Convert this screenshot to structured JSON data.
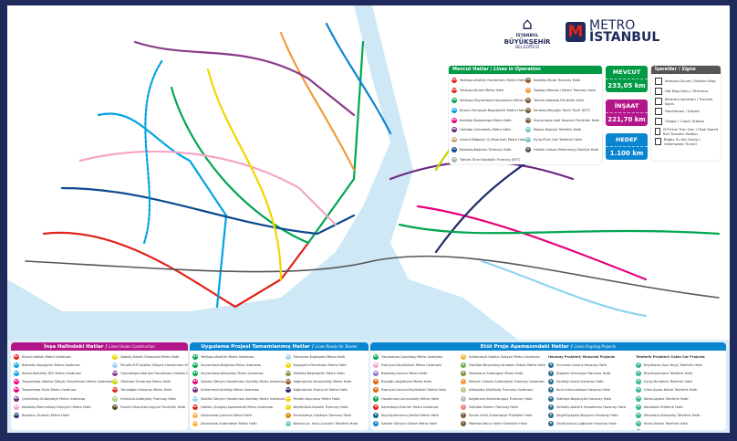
{
  "logo_ibb": {
    "line1": "İSTANBUL",
    "line2": "BÜYÜKŞEHİR",
    "line3": "BELEDİYESİ"
  },
  "logo_metro": {
    "line1": "METRO",
    "line2": "İSTANBUL"
  },
  "operation": {
    "title": "Mevcut Hatlar",
    "title_en": "Lines in Operation",
    "items": [
      {
        "code": "M1A",
        "name": "Yenikapı-Atatürk Havalimanı Metro Hattı",
        "color": "#e2231a"
      },
      {
        "code": "M1B",
        "name": "Yenikapı-Kirazlı Metro Hattı",
        "color": "#e2231a"
      },
      {
        "code": "M2",
        "name": "Yenikapı-Seyrantepe-Hacıosman Metro Hattı",
        "color": "#00a651"
      },
      {
        "code": "M3",
        "name": "Kirazlı-Olimpiyat-Başakşehir Metro Hattı",
        "color": "#00a3e0"
      },
      {
        "code": "M4",
        "name": "Kadıköy-Tavşantepe Metro Hattı",
        "color": "#e5007d"
      },
      {
        "code": "M5",
        "name": "Üsküdar-Çekmeköy Metro Hattı",
        "color": "#6c2a83"
      },
      {
        "code": "M6",
        "name": "Levent-Boğaziçi Ü./Hisarüstü Metro Hattı",
        "color": "#c9a86a"
      },
      {
        "code": "T1",
        "name": "Kabataş-Bağcılar Tramvay Hattı",
        "color": "#0d4a8e"
      },
      {
        "code": "T2",
        "name": "Taksim-Tünel Nostaljik Tramvay (BTT)",
        "color": "#9fb9a8"
      },
      {
        "code": "T3",
        "name": "Kadıköy-Moda Tramvay Hattı",
        "color": "#8a5a2b"
      },
      {
        "code": "T4",
        "name": "Topkapı-Mescid-i Selam Tramvay Hattı",
        "color": "#f39a3c"
      },
      {
        "code": "F1",
        "name": "Taksim-Kabataş Füniküler Hattı",
        "color": "#7a5b3a"
      },
      {
        "code": "F2",
        "name": "Karaköy-Beyoğlu Tarihi Tünel (BTT)",
        "color": "#7a5b3a"
      },
      {
        "code": "F3",
        "name": "Seyrantepe-Vadi İstanbul Füniküler Hattı",
        "color": "#7a5b3a"
      },
      {
        "code": "TF1",
        "name": "Maçka-Taşkışla Teleferik Hattı",
        "color": "#6cc4c8"
      },
      {
        "code": "TF2",
        "name": "Eyüp-Piyer Loti Teleferik Hattı",
        "color": "#6cc4c8"
      },
      {
        "code": "B",
        "name": "Halkalı-Gebze (Marmaray) Banliyö Hattı",
        "color": "#555555"
      }
    ]
  },
  "stats": [
    {
      "label": "MEVCUT",
      "value": "233,05 km",
      "color": "#009a44"
    },
    {
      "label": "İNŞAAT",
      "value": "221,70 km",
      "color": "#b3168b"
    },
    {
      "label": "HEDEF",
      "value": "1.100 km",
      "color": "#0a86d0"
    }
  ],
  "signs": {
    "title": "İşaretler",
    "title_en": "Signs",
    "items": [
      {
        "icon": "station-icon",
        "label": "İstasyon-Durak / Station Stop"
      },
      {
        "icon": "terminus-icon",
        "label": "Hat Başı-Sonu / Terminus"
      },
      {
        "icon": "transfer-icon",
        "label": "Aktarma İşaretleri / Transfer Signs"
      },
      {
        "icon": "airport-icon",
        "label": "Havalimanı / Airport"
      },
      {
        "icon": "bus-icon",
        "label": "Otogar / Coach Station"
      },
      {
        "icon": "train-icon",
        "label": "YHT-Hızlı Tren Garı / High Speed Rail Transfer Station"
      },
      {
        "icon": "tunnel-icon",
        "label": "Boğaz Su Altı Geçişi / Underwater Tunnel"
      }
    ]
  },
  "construction": {
    "title": "İnşa Halindeki Hatlar",
    "title_en": "Lines Under Construction",
    "color": "#b3168b",
    "items": [
      {
        "code": "M1",
        "name": "Kirazlı-Halkalı Metro Uzatması",
        "color": "#e2231a"
      },
      {
        "code": "M3",
        "name": "Bakırköy-Kayaşehir Metro Uzatması",
        "color": "#00a3e0"
      },
      {
        "code": "M3",
        "name": "Kirazlı-Bakırköy İDO Metro Uzatması",
        "color": "#00a3e0"
      },
      {
        "code": "M4",
        "name": "Tavşantepe-Sabiha Gökçen Havalimanı Metro Uzatması",
        "color": "#e5007d"
      },
      {
        "code": "M4",
        "name": "Tavşantepe-Tuzla Metro Uzatması",
        "color": "#e5007d"
      },
      {
        "code": "M5",
        "name": "Çekmeköy-Sultanbeyli Metro Uzatması",
        "color": "#6c2a83"
      },
      {
        "code": "M7",
        "name": "Kabataş-Mahmutbey-Esenyurt Metro Hattı",
        "color": "#f4a6c8"
      },
      {
        "code": "M12",
        "name": "Bostancı-Dudullu Metro Hattı",
        "color": "#1e2b6b"
      },
      {
        "code": "M9",
        "name": "Ataköy-İkitelli-Olimpiyat Metro Hattı",
        "color": "#f2d600"
      },
      {
        "code": "M10",
        "name": "Pendik-YHT-Sabiha Gökçen Havalimanı Metro Hattı",
        "color": "#8fd3ef"
      },
      {
        "code": "M11",
        "name": "Gayrettepe-İstanbul Havalimanı-Halkalı Metro Hattı",
        "color": "#8a3a8a"
      },
      {
        "code": "M8",
        "name": "Göztepe-Ümraniye Metro Hattı",
        "color": "#c8d400"
      },
      {
        "code": "M13",
        "name": "Yenidoğan-Havaray Metro Hattı",
        "color": "#e2231a"
      },
      {
        "code": "T5",
        "name": "Eminönü-Alibeyköy Tramvay Hattı",
        "color": "#b9c98a"
      },
      {
        "code": "F4",
        "name": "Rumeli Hisarüstü-Aşiyan Füniküler Hattı",
        "color": "#5b4a2a"
      }
    ]
  },
  "tender": {
    "title": "Uygulama Projesi Tamamlanmış Hatlar",
    "title_en": "Lines Ready for Tender",
    "color": "#0a86d0",
    "items": [
      {
        "code": "M1",
        "name": "Yenikapı-Atatürk Metro Uzatması",
        "color": "#00a651"
      },
      {
        "code": "M2",
        "name": "Seyrantepe-Beşiktaş Metro Uzatması",
        "color": "#00a651"
      },
      {
        "code": "M2",
        "name": "Seyrantepe-Alibeyköy Metro Uzatması",
        "color": "#00a651"
      },
      {
        "code": "M4",
        "name": "Sabiha Gökçen Havalimanı-Kurtköy Metro Uzatması",
        "color": "#e5007d"
      },
      {
        "code": "M5",
        "name": "Sultanbeyli-Kurtköy Metro Uzatması",
        "color": "#6c2a83"
      },
      {
        "code": "M10",
        "name": "Sabiha Gökçen Havalimanı-Kurtköy Metro Uzatması",
        "color": "#8fd3ef"
      },
      {
        "code": "M11",
        "name": "Halkalı (Gargaz)-Ispartakule Metro Uzatması",
        "color": "#e2231a"
      },
      {
        "code": "M14",
        "name": "Altunizade-Çamlıca Metro Hattı",
        "color": "#f9b233"
      },
      {
        "code": "M14",
        "name": "Altunizade-Sultanbeyli Metro Hattı",
        "color": "#f9b233"
      },
      {
        "code": "M3",
        "name": "Sirinevler-Kuştepesi Metro Hattı",
        "color": "#9fd3ef"
      },
      {
        "code": "M9",
        "name": "Kayaşehir-Fenertepe Metro Hattı",
        "color": "#f2d600"
      },
      {
        "code": "M15",
        "name": "Sefaköy-Başakşehir Metro Hattı",
        "color": "#8a8a3a"
      },
      {
        "code": "M16",
        "name": "Sağmalcılar-Arnavutköy Metro Hattı",
        "color": "#8a5a2b"
      },
      {
        "code": "M17",
        "name": "Sağmalcılar-Esenyurt Metro Hattı",
        "color": "#1e2b6b"
      },
      {
        "code": "M18",
        "name": "Pendik-Kaynarca Metro Hattı",
        "color": "#f2d600"
      },
      {
        "code": "T6",
        "name": "Beylikdüzü-Kavaklı Tramvay Hattı",
        "color": "#f2d600"
      },
      {
        "code": "T7",
        "name": "Fenerbahçe-Göztepe Tramvay Hattı",
        "color": "#d98b00"
      },
      {
        "code": "TF3",
        "name": "Beykoz-Ac. Koru-Çubuklu Teleferik Hattı",
        "color": "#6cc4c8"
      }
    ]
  },
  "ongoing": {
    "title": "Etüt Proje Aşamasındaki Hatlar",
    "title_en": "Lines Ongoing Projects",
    "color": "#0a86d0",
    "items": [
      {
        "code": "M2",
        "name": "Hacıosman-Çayırbaşı Metro Uzatması",
        "color": "#00a651"
      },
      {
        "code": "M7",
        "name": "Esenyurt-Beylikdüzü Metro Uzatması",
        "color": "#f4a6c8"
      },
      {
        "code": "M8",
        "name": "Beşiktaş-Sarıyer Metro Hattı",
        "color": "#8a70c8"
      },
      {
        "code": "M",
        "name": "Beyoğlu-Kağıthane Metro Hattı",
        "color": "#e5600d"
      },
      {
        "code": "M",
        "name": "Esenyurt-Avcılar-Beylikdüzü Metro Hattı",
        "color": "#e5600d"
      },
      {
        "code": "M",
        "name": "Havalimanı-Arnavutköy Metro Hattı",
        "color": "#00a651"
      },
      {
        "code": "M",
        "name": "Kartaltepe-Esenler Metro Uzatması",
        "color": "#e2231a"
      },
      {
        "code": "M",
        "name": "Küçükçekmece-Çatalca Metro Hattı",
        "color": "#006e7f"
      },
      {
        "code": "M",
        "name": "Sabiha Gökçen-Gebze Metro Hattı",
        "color": "#0a86d0"
      },
      {
        "code": "M",
        "name": "Sultanbeyli-Sabiha Gökçen Metro Uzatması",
        "color": "#f9b233"
      },
      {
        "code": "M",
        "name": "Üsküdar-Beylerbeyi-Anadolu Yakası Metro Hattı",
        "color": "#6ab04c"
      },
      {
        "code": "M",
        "name": "Yenibosna-Sultangazi Metro Hattı",
        "color": "#8a8a3a"
      },
      {
        "code": "T",
        "name": "Mescid-i Selam-Sultanbeyli Tramvay Uzatması",
        "color": "#f39a3c"
      },
      {
        "code": "T",
        "name": "Alibeyköy-Küçükköy Tramvay Uzatması",
        "color": "#b9c98a"
      },
      {
        "code": "T",
        "name": "Kağıthane-Kemerburgaz Tramvay Hattı",
        "color": "#bbbbbb"
      },
      {
        "code": "T",
        "name": "Üsküdar-Harem Tramvay Hattı",
        "color": "#f08080"
      },
      {
        "code": "F",
        "name": "Sevim Sahil-Sultanbeyli Füniküler Hattı",
        "color": "#7a5b3a"
      },
      {
        "code": "F",
        "name": "Maltepe-Yavuz Selim Füniküler Hattı",
        "color": "#7a5b3a"
      }
    ]
  },
  "monorail": {
    "title": "Havaray Projeleri",
    "title_en": "Monorail Projects",
    "items": [
      "4.Levent-Levent Havaray Hattı",
      "Ataşehir-Ümraniye Havaray Hattı",
      "Kadıköy Kartal Havaray Hattı",
      "Kurtul-Sancaktepe Havaray Hattı",
      "Maltepe-Başıbüyük Havaray Hattı",
      "Sefaköy-Atatürk Havalimanı Havaray Hattı",
      "Sögütlüçeşme-Bulgurlu Havaray Hattı",
      "Zeytinburnu-Çağlayan Havaray Hattı"
    ],
    "color": "#2c6e91"
  },
  "cablecar": {
    "title": "Teleferik Projeleri",
    "title_en": "Cable Car Projects",
    "items": [
      "Büyükada (Aya Yorgi) Teleferik Hattı",
      "Büyükçekmece Teleferik Hattı",
      "Eyüp-Miniatürk Teleferik Hattı",
      "Çilek-Aydos Kalesi Teleferik Hattı",
      "Kartal-Aydos Teleferik Hattı",
      "Kocatada Teleferik Hattı",
      "Miniatürk-Alibeyköy Teleferik Hattı",
      "Rami-Vakanl Teleferik Hattı",
      "Yavuz Selim-Kasımpaşa Teleferik Hattı",
      "YOİPA-Kayışdağı Teleferik Hattı"
    ],
    "color": "#3bb39a"
  }
}
